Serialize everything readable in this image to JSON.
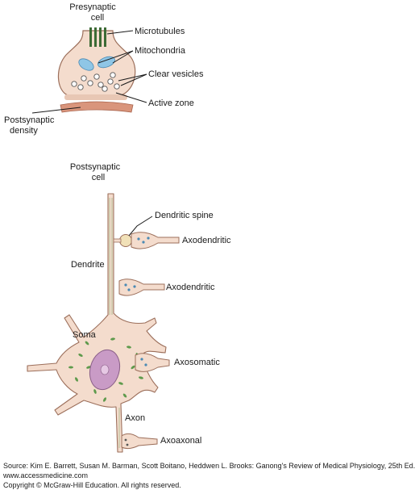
{
  "top_labels": {
    "presynaptic_line1": "Presynaptic",
    "presynaptic_line2": "cell",
    "microtubules": "Microtubules",
    "mitochondria": "Mitochondria",
    "clear_vesicles": "Clear vesicles",
    "active_zone": "Active zone",
    "postsynaptic_density_line1": "Postsynaptic",
    "postsynaptic_density_line2": "density"
  },
  "bottom_labels": {
    "postsynaptic_line1": "Postsynaptic",
    "postsynaptic_line2": "cell",
    "dendritic_spine": "Dendritic spine",
    "axodendritic_1": "Axodendritic",
    "dendrite": "Dendrite",
    "axodendritic_2": "Axodendritic",
    "soma": "Soma",
    "axosomatic": "Axosomatic",
    "axon": "Axon",
    "axoaxonal": "Axoaxonal"
  },
  "source": {
    "line1": "Source: Kim E. Barrett, Susan M. Barman, Scott Boitano, Heddwen L. Brooks: Ganong's Review of Medical Physiology, 25th Ed.",
    "line2": "www.accessmedicine.com",
    "line3": "Copyright © McGraw-Hill Education.  All rights reserved."
  },
  "colors": {
    "cell_fill": "#f4dccd",
    "cell_stroke": "#9c6f5b",
    "microtubule": "#3d6b35",
    "mitochondria": "#8fc6e6",
    "density": "#d9957c",
    "nucleus": "#c99bc6",
    "organelles": "#5e9a4c"
  }
}
